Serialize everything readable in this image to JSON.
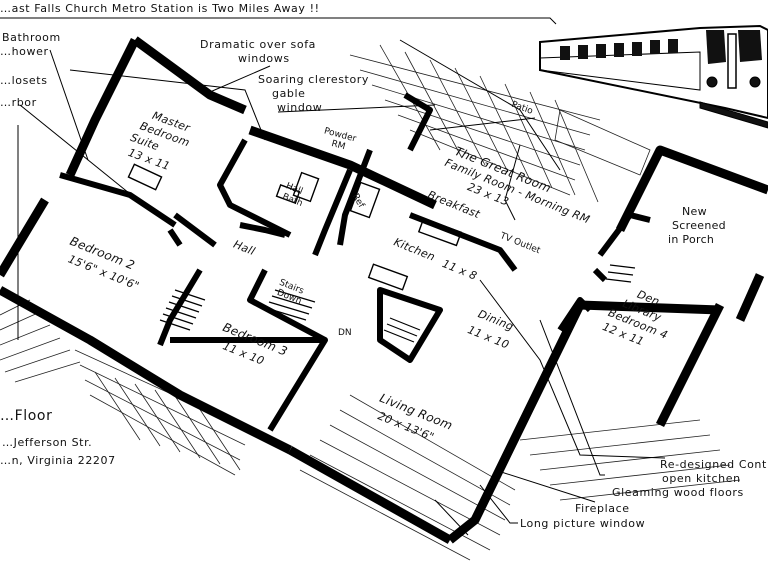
{
  "header": {
    "metro_note": "…ast Falls Church Metro Station is Two Miles Away !!"
  },
  "left_labels": {
    "bathroom": "Bathroom",
    "shower": "…hower",
    "closets": "…losets",
    "arbor": "…rbor",
    "floor": "…Floor",
    "street": "…Jefferson Str.",
    "city": "…n, Virginia 22207"
  },
  "callouts": {
    "sofa_windows_1": "Dramatic over sofa",
    "sofa_windows_2": "windows",
    "clerestory_1": "Soaring clerestory",
    "clerestory_2": "gable",
    "clerestory_3": "window",
    "kitchen_1": "Re-designed Cont…",
    "kitchen_2": "open kitchen",
    "floors": "Gleaming wood floors",
    "fireplace": "Fireplace",
    "picture_window": "Long picture window"
  },
  "rooms": {
    "master_1": "Master",
    "master_2": "Bedroom",
    "master_3": "Suite",
    "master_size": "13 x 11",
    "bedroom2": "Bedroom 2",
    "bedroom2_size": "15'6\" x 10'6\"",
    "bedroom3": "Bedroom 3",
    "bedroom3_size": "11 x 10",
    "hall": "Hall",
    "hall_bath_1": "Hall",
    "hall_bath_2": "Bath",
    "powder_1": "Powder",
    "powder_2": "RM",
    "ref": "Ref",
    "stairs_1": "Stairs",
    "stairs_2": "Down",
    "dn": "DN",
    "great_1": "The Great Room",
    "great_2": "Family Room - Morning RM",
    "great_size": "23 x 13",
    "breakfast": "Breakfast",
    "tv": "TV Outlet",
    "kitchen": "Kitchen",
    "kitchen_size": "11 x 8",
    "dining": "Dining",
    "dining_size": "11 x 10",
    "living": "Living Room",
    "living_size": "20 x 13'6\"",
    "den_1": "Den",
    "den_2": "Library",
    "den_3": "Bedroom 4",
    "den_size": "12 x 11",
    "porch_1": "New",
    "porch_2": "Screened",
    "porch_3": "in Porch",
    "patio": "Patio"
  }
}
